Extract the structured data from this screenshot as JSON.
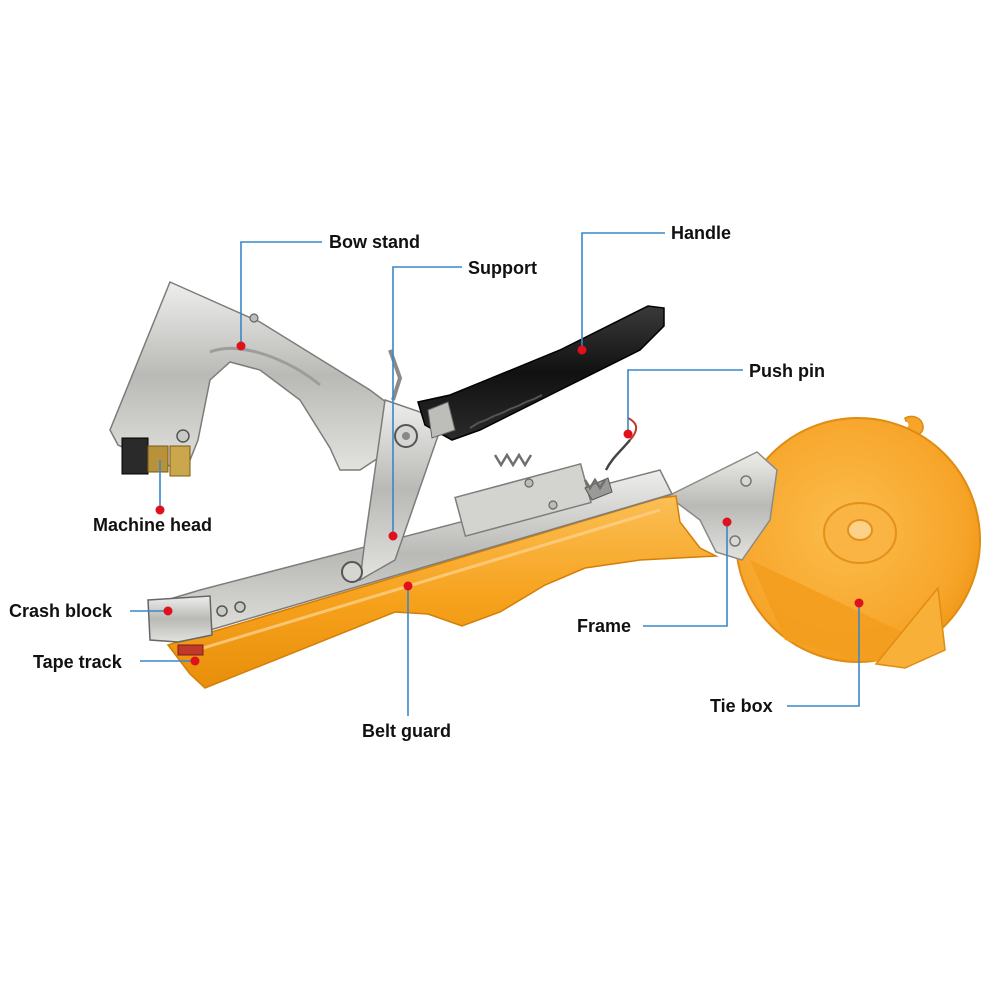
{
  "labels": {
    "bow_stand": "Bow stand",
    "support": "Support",
    "handle": "Handle",
    "push_pin": "Push pin",
    "machine_head": "Machine head",
    "crash_block": "Crash block",
    "tape_track": "Tape track",
    "frame": "Frame",
    "belt_guard": "Belt guard",
    "tie_box": "Tie box"
  },
  "colors": {
    "leader_line": "#3a87c8",
    "marker_dot": "#e0101c",
    "body_orange": "#f7a21b",
    "tape_orange": "#f9b13a",
    "metal": "#c8c8c6",
    "grip_black": "#1c1c1c",
    "label_text": "#111111"
  }
}
